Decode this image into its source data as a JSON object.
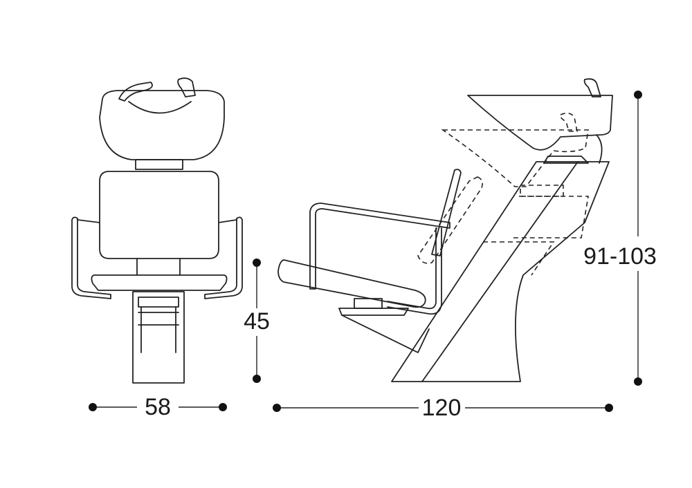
{
  "dimensions": {
    "width": "58",
    "seat_height": "45",
    "length": "120",
    "height": "91-103"
  }
}
